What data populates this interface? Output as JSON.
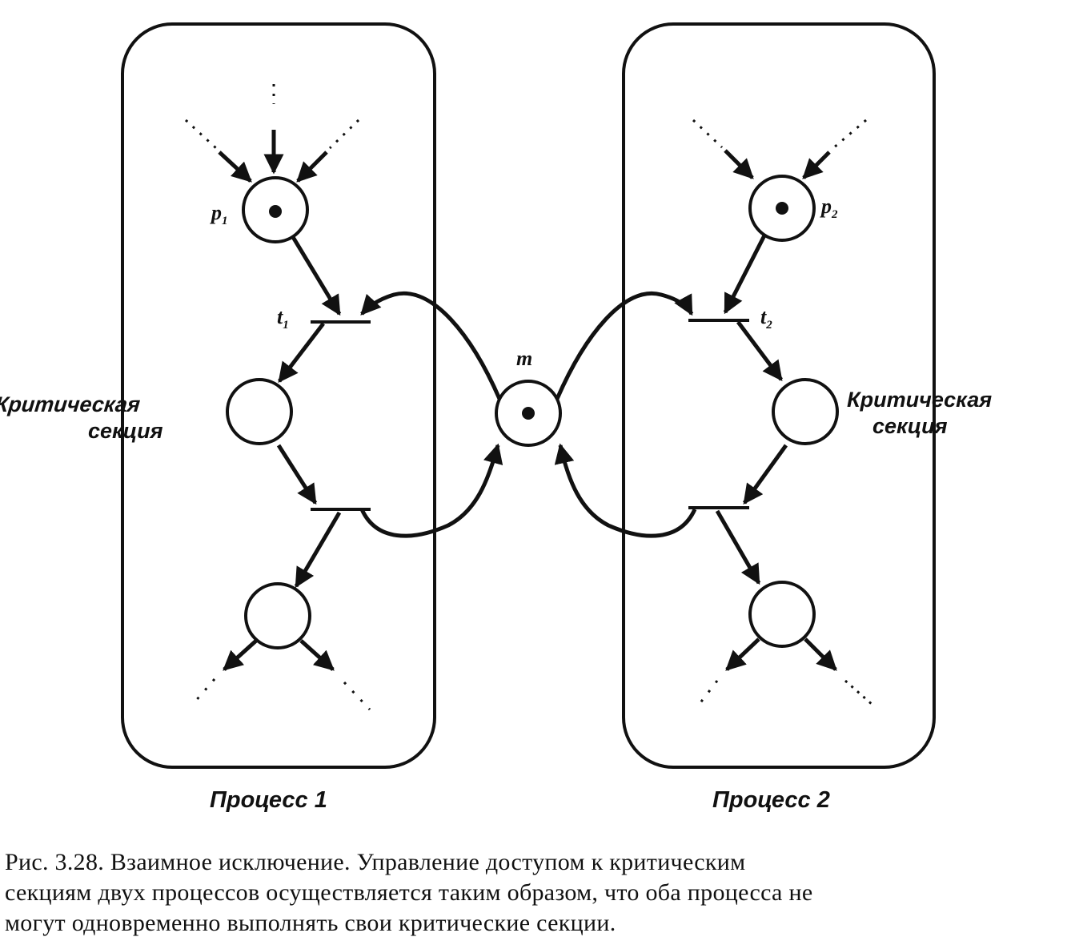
{
  "diagram": {
    "process1": {
      "place_start": "p",
      "place_start_sub": "1",
      "transition_enter": "t",
      "transition_enter_sub": "1",
      "critical_line1": "Критическая",
      "critical_line2": "секция",
      "label": "Процесс 1"
    },
    "process2": {
      "place_start": "p",
      "place_start_sub": "2",
      "transition_enter": "t",
      "transition_enter_sub": "2",
      "critical_line1": "Критическая",
      "critical_line2": "секция",
      "label": "Процесс 2"
    },
    "mutex": {
      "label": "m"
    }
  },
  "caption": {
    "line1": "Рис. 3.28. Взаимное исключение. Управление доступом к критическим",
    "line2": "секциям двух процессов осуществляется таким образом, что оба процесса не",
    "line3": "могут одновременно выполнять свои критические секции."
  }
}
